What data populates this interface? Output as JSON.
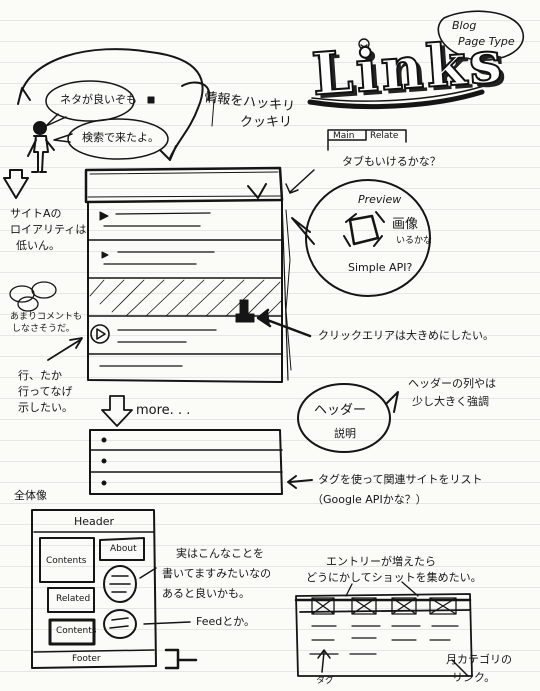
{
  "title": {
    "logo": "Links",
    "bubble_line1": "Blog",
    "bubble_line2": "Page Type"
  },
  "top": {
    "speech_good": "ネタが良いぞも",
    "speech_search": "検索で来たよ。",
    "clear_info_line1": "情報をハッキリ",
    "clear_info_line2": "クッキリ"
  },
  "left_notes": {
    "reality_line1": "サイトAの",
    "reality_line2": "ロイアリティは",
    "reality_line3": "低いん。",
    "comments_line1": "あまりコメントも",
    "comments_line2": "しなさそうだ。",
    "rows_line1": "行、たか",
    "rows_line2": "行ってなげ",
    "rows_line3": "示したい。"
  },
  "tabs": {
    "main": "Main",
    "related": "Relate",
    "note": "タブもいけるかな？"
  },
  "preview": {
    "label": "Preview",
    "image_label": "画像",
    "image_sub": "いるかな",
    "api": "Simple API?"
  },
  "click_note": "クリックエリアは大きめにしたい。",
  "more": "more. . .",
  "header_bubble": {
    "word": "ヘッダー",
    "sub": "説明"
  },
  "header_note": {
    "line1": "ヘッダーの列やは",
    "line2": "少し大きく強調"
  },
  "tag_note": {
    "line1": "タグを使って関連サイトをリスト",
    "line2": "（Google APIかな？）"
  },
  "layout": {
    "heading": "全体像",
    "header": "Header",
    "contents": "Contents",
    "about": "About",
    "related": "Related",
    "contents2": "Contents",
    "footer": "Footer"
  },
  "layout_note": {
    "line1": "実はこんなことを",
    "line2": "書いてますみたいなの",
    "line3": "あると良いかも。",
    "feed": "Feedとか。"
  },
  "entry_note": {
    "line1": "エントリーが増えたら",
    "line2": "どうにかしてショットを集めたい。"
  },
  "category": {
    "tag": "タグ",
    "line1": "月カテゴリの",
    "line2": "リンク。"
  }
}
